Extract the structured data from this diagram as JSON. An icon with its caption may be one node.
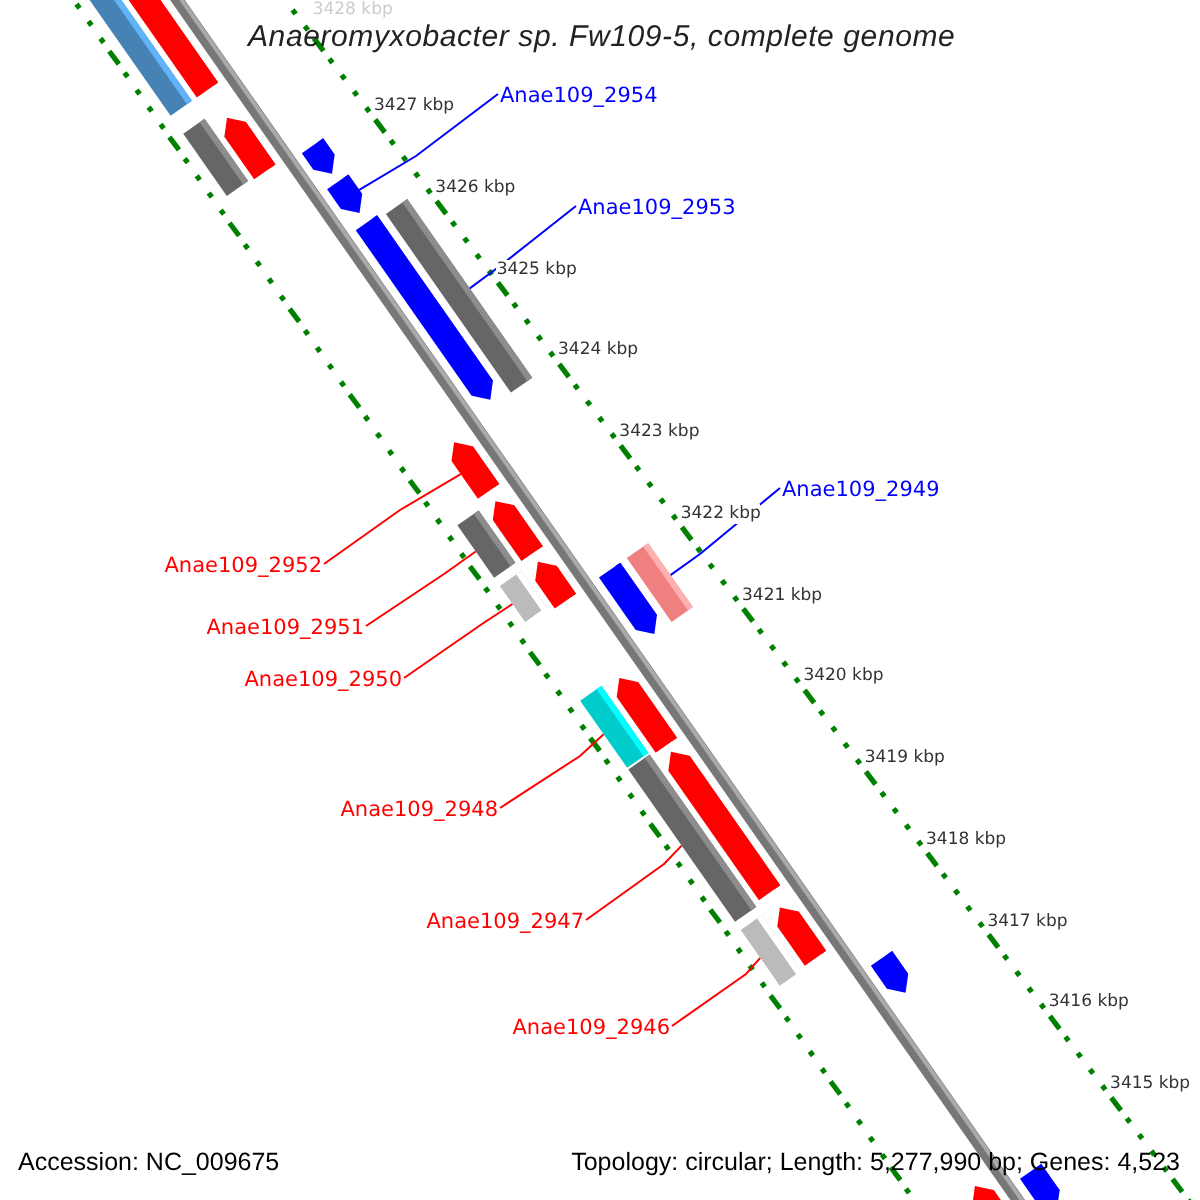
{
  "diagram": {
    "title": "Anaeromyxobacter sp. Fw109-5, complete genome",
    "nodes": [
      {
        "text": [
          "Anae109_2954"
        ]
      },
      {
        "text": [
          "Anae109_2953"
        ]
      },
      {
        "text": [
          "Anae109_2949"
        ]
      },
      {
        "text": [
          "Anae109_2952"
        ]
      },
      {
        "text": [
          "Anae109_2951"
        ]
      },
      {
        "text": [
          "Anae109_2950"
        ]
      },
      {
        "text": [
          "Anae109_2948"
        ]
      },
      {
        "text": [
          "Anae109_2947"
        ]
      },
      {
        "text": [
          "Anae109_2946"
        ]
      },
      {
        "text": [],
        "shape": "bar"
      },
      {
        "text": [],
        "shape": "pentagon"
      },
      {
        "text": [],
        "shape": "bar"
      },
      {
        "text": [],
        "shape": "pentagon"
      },
      {
        "text": [],
        "shape": "pentagon"
      },
      {
        "text": [],
        "shape": "pentagon"
      },
      {
        "text": [],
        "shape": "pentagon"
      },
      {
        "text": [],
        "shape": "bar"
      },
      {
        "text": [],
        "shape": "pentagon"
      },
      {
        "text": [],
        "shape": "bar"
      },
      {
        "text": [],
        "shape": "pentagon"
      },
      {
        "text": [],
        "shape": "bar"
      },
      {
        "text": [],
        "shape": "pentagon"
      },
      {
        "text": [],
        "shape": "pentagon"
      },
      {
        "text": [],
        "shape": "bar"
      },
      {
        "text": [],
        "shape": "bar"
      },
      {
        "text": [],
        "shape": "pentagon"
      },
      {
        "text": [],
        "shape": "bar"
      },
      {
        "text": [],
        "shape": "pentagon"
      },
      {
        "text": [],
        "shape": "bar"
      },
      {
        "text": [],
        "shape": "pentagon"
      },
      {
        "text": [],
        "shape": "pentagon"
      },
      {
        "text": [],
        "shape": "pentagon"
      },
      {
        "text": [],
        "shape": "pentagon"
      }
    ],
    "edges": [
      {
        "from": 0,
        "to": 14,
        "arrow": "none",
        "color": "#0000ff"
      },
      {
        "from": 1,
        "to": 16,
        "arrow": "none",
        "color": "#0000ff"
      },
      {
        "from": 2,
        "to": 23,
        "arrow": "none",
        "color": "#0000ff"
      },
      {
        "from": 3,
        "to": 17,
        "arrow": "none"
      },
      {
        "from": 4,
        "to": 18,
        "arrow": "none"
      },
      {
        "from": 5,
        "to": 20,
        "arrow": "none"
      },
      {
        "from": 6,
        "to": 24,
        "arrow": "none"
      },
      {
        "from": 7,
        "to": 26,
        "arrow": "none"
      },
      {
        "from": 8,
        "to": 28,
        "arrow": "none"
      }
    ],
    "labels": [
      "3428 kbp",
      "3427 kbp",
      "3426 kbp",
      "3425 kbp",
      "3424 kbp",
      "3423 kbp",
      "3422 kbp",
      "3421 kbp",
      "3420 kbp",
      "3419 kbp",
      "3418 kbp",
      "3417 kbp",
      "3416 kbp",
      "3415 kbp",
      "Accession: NC_009675",
      "Topology: circular; Length: 5,277,990 bp; Genes: 4,523"
    ]
  }
}
